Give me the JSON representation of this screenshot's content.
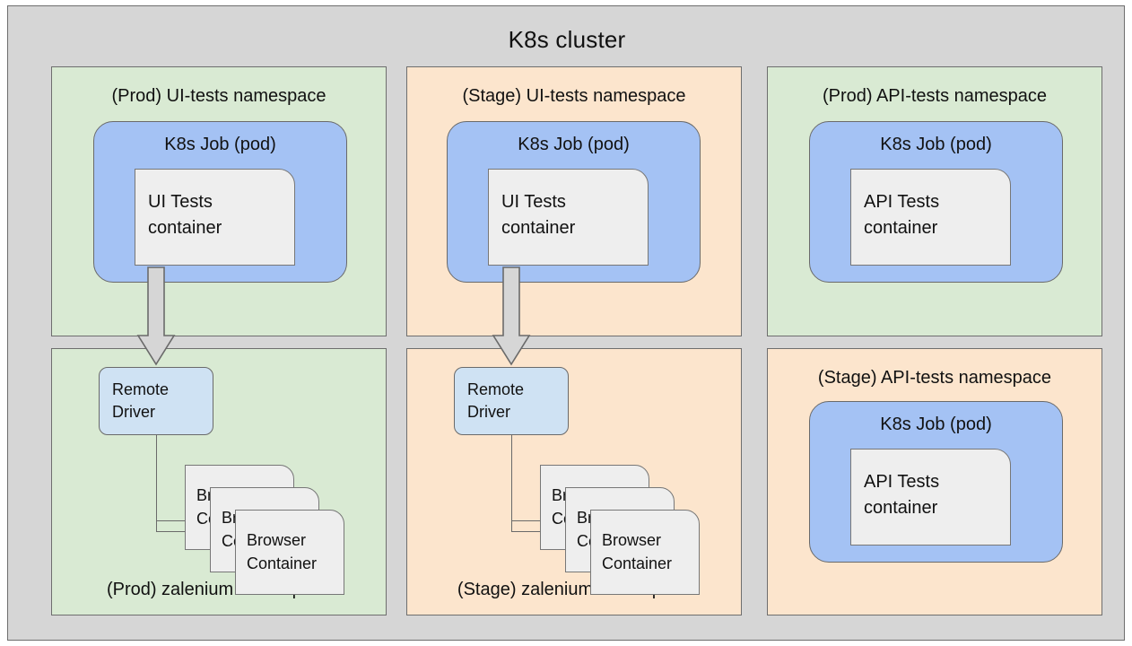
{
  "cluster": {
    "title": "K8s cluster",
    "bg": "#d6d6d6",
    "border": "#6e6e6e"
  },
  "colors": {
    "namespace_prod": "#d9ead3",
    "namespace_stage": "#fce5cd",
    "pod": "#a4c2f4",
    "container": "#eeeeee",
    "remote_driver": "#cfe2f3",
    "stroke": "#6a6a6a",
    "text": "#111111"
  },
  "namespaces": [
    {
      "id": "prod-ui-tests",
      "label": "(Prod) UI-tests namespace",
      "label_position": "top",
      "env": "Prod",
      "fill": "#d9ead3",
      "pod": {
        "title": "K8s Job (pod)",
        "container": {
          "line1": "UI Tests",
          "line2": "container"
        }
      }
    },
    {
      "id": "stage-ui-tests",
      "label": "(Stage) UI-tests namespace",
      "label_position": "top",
      "env": "Stage",
      "fill": "#fce5cd",
      "pod": {
        "title": "K8s Job (pod)",
        "container": {
          "line1": "UI Tests",
          "line2": "container"
        }
      }
    },
    {
      "id": "prod-api-tests",
      "label": "(Prod) API-tests namespace",
      "label_position": "top",
      "env": "Prod",
      "fill": "#d9ead3",
      "pod": {
        "title": "K8s Job (pod)",
        "container": {
          "line1": "API Tests",
          "line2": "container"
        }
      }
    },
    {
      "id": "prod-zalenium",
      "label": "(Prod) zalenium namespace",
      "label_position": "bottom",
      "env": "Prod",
      "fill": "#d9ead3",
      "remote_driver": {
        "line1": "Remote",
        "line2": "Driver"
      },
      "browser_containers": [
        {
          "line1": "Browser",
          "line2": "Container"
        },
        {
          "line1": "Browser",
          "line2": "Container"
        },
        {
          "line1": "Browser",
          "line2": "Container"
        }
      ]
    },
    {
      "id": "stage-zalenium",
      "label": "(Stage) zalenium namespace",
      "label_position": "bottom",
      "env": "Stage",
      "fill": "#fce5cd",
      "remote_driver": {
        "line1": "Remote",
        "line2": "Driver"
      },
      "browser_containers": [
        {
          "line1": "Browser",
          "line2": "Container"
        },
        {
          "line1": "Browser",
          "line2": "Container"
        },
        {
          "line1": "Browser",
          "line2": "Container"
        }
      ]
    },
    {
      "id": "stage-api-tests",
      "label": "(Stage) API-tests namespace",
      "label_position": "top",
      "env": "Stage",
      "fill": "#fce5cd",
      "pod": {
        "title": "K8s Job (pod)",
        "container": {
          "line1": "API Tests",
          "line2": "container"
        }
      }
    }
  ],
  "connections": [
    {
      "from": "prod-ui-tests.container",
      "to": "prod-zalenium.remote_driver",
      "style": "block-arrow"
    },
    {
      "from": "stage-ui-tests.container",
      "to": "stage-zalenium.remote_driver",
      "style": "block-arrow"
    },
    {
      "from": "prod-zalenium.remote_driver",
      "to": "prod-zalenium.browser_containers",
      "style": "thin-arrow",
      "count": 2
    },
    {
      "from": "stage-zalenium.remote_driver",
      "to": "stage-zalenium.browser_containers",
      "style": "thin-arrow",
      "count": 2
    }
  ]
}
